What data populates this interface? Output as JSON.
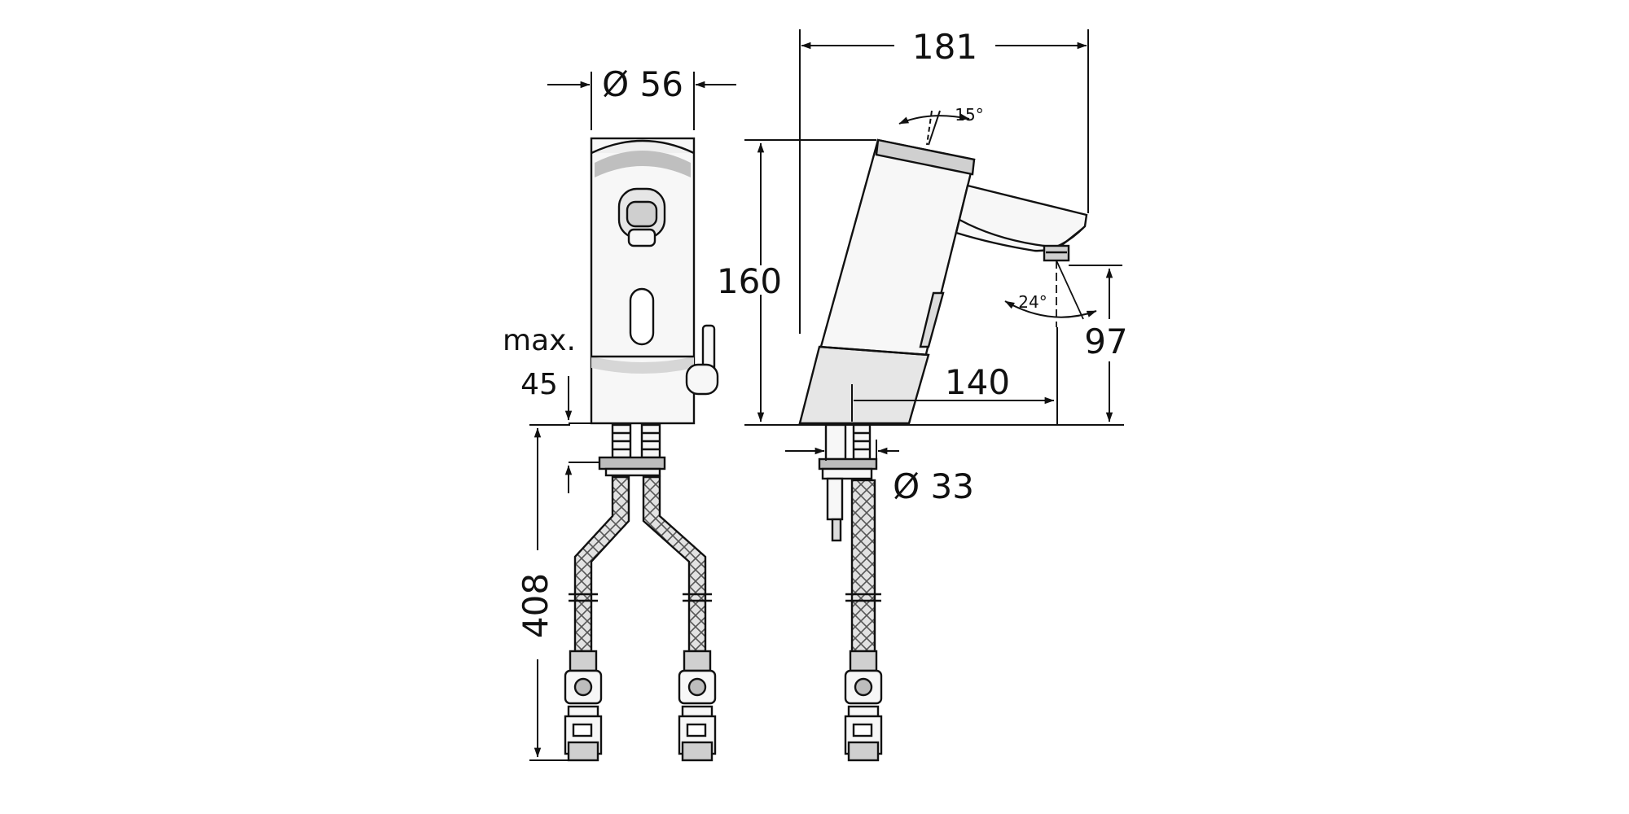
{
  "dimensions": {
    "body_diameter": "Ø 56",
    "overall_depth": "181",
    "tilt_angle": "15°",
    "height": "160",
    "spray_angle": "24°",
    "spout_clearance": "97",
    "max_label": "max.",
    "max_value": "45",
    "spout_reach": "140",
    "shank_diameter": "Ø 33",
    "hose_length": "408"
  },
  "colors": {
    "line": "#111111",
    "body_fill": "#f7f7f7",
    "shade": "#cfcfcf",
    "hose": "#8a8a8a"
  }
}
